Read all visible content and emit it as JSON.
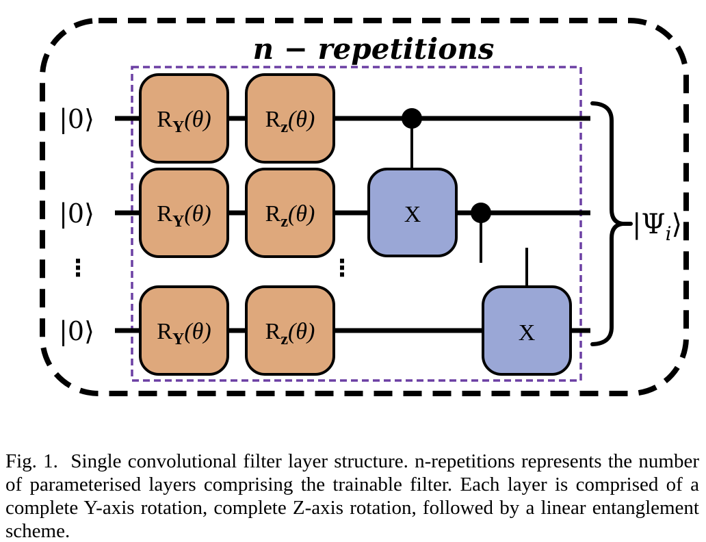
{
  "figure": {
    "title": "n − repetitions",
    "qubits": [
      {
        "label": "|0⟩"
      },
      {
        "label": "|0⟩"
      },
      {
        "label": "|0⟩"
      }
    ],
    "ellipsis": "⋮",
    "gate_labels": {
      "ry": {
        "base": "R",
        "sub": "Y",
        "param": "(θ)"
      },
      "rz": {
        "base": "R",
        "sub": "z",
        "param": "(θ)"
      },
      "x": "X"
    },
    "output_state": {
      "pre": "|Ψ",
      "sub": "i",
      "post": "⟩"
    },
    "colors": {
      "rotation_gate_fill": "#DEA87C",
      "x_gate_fill": "#9AA7D6",
      "repetition_box_stroke": "#6B3FA3",
      "line_color": "#000000"
    }
  },
  "caption": {
    "text": "Fig. 1.  Single convolutional filter layer structure. n-repetitions represents the number of parameterised layers comprising the trainable filter. Each layer is comprised of a complete Y-axis rotation, complete Z-axis rotation, followed by a linear entanglement scheme."
  }
}
